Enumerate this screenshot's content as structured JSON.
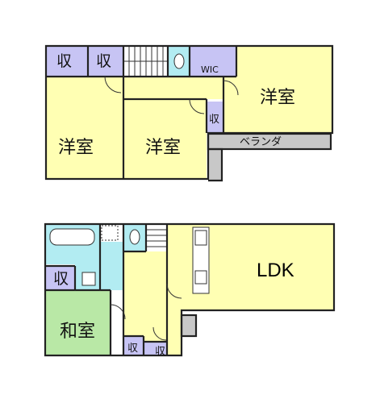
{
  "colors": {
    "room": "#ffffb3",
    "storage": "#c7c4f4",
    "wet": "#b2ecf2",
    "tatami": "#b9e8a6",
    "veranda": "#c8c8c8",
    "wall": "#222222"
  },
  "upper_floor": {
    "storage_1": "収",
    "storage_2": "収",
    "wic": "WIC",
    "bedroom_west": "洋室",
    "bedroom_center": "洋室",
    "bedroom_east": "洋室",
    "closet_small": "収",
    "veranda": "ベランダ"
  },
  "lower_floor": {
    "ldk": "LDK",
    "storage_west": "収",
    "tatami_room": "和室",
    "storage_hall_1": "収",
    "storage_hall_2": "収"
  }
}
